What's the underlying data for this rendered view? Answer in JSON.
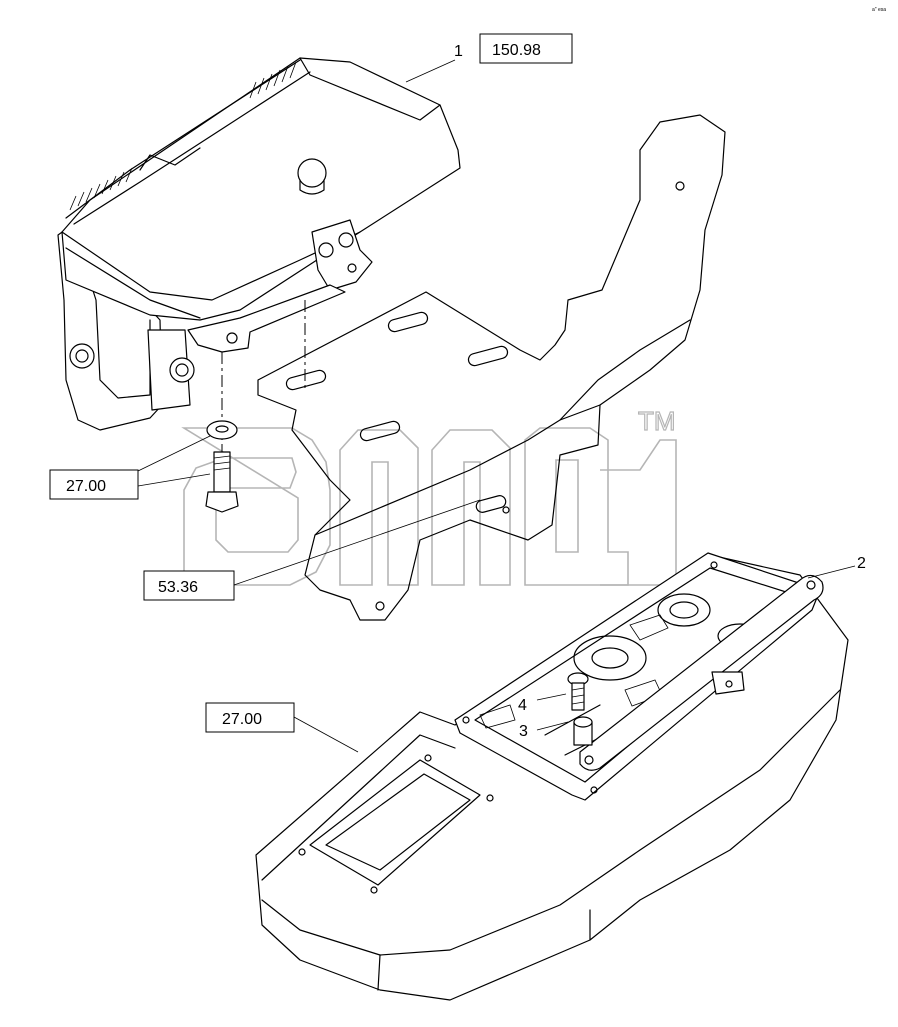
{
  "corner_mark": "a\" esa",
  "watermark": {
    "tm": "TM"
  },
  "item_numbers": {
    "n1": "1",
    "n2": "2",
    "n3": "3",
    "n4": "4"
  },
  "references": {
    "ref_150_98": "150.98",
    "ref_27_00_top": "27.00",
    "ref_53_36": "53.36",
    "ref_27_00_bottom": "27.00"
  }
}
